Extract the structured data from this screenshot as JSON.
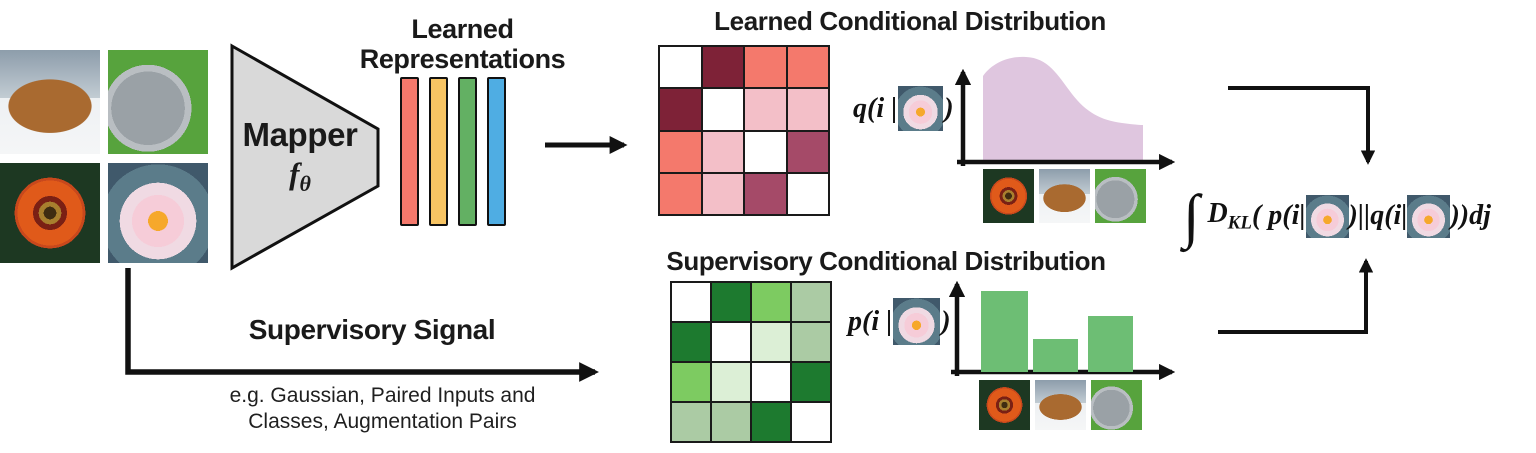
{
  "palette": {
    "white": "#FFFFFF",
    "maroon_dark": "#7E2237",
    "salmon": "#F4796C",
    "pink_light": "#F3BFC8",
    "maroon_mid": "#A54A68",
    "green_dark": "#1D7A2F",
    "green_bright": "#7DCB61",
    "green_sage": "#ABCBA4",
    "green_pale": "#DCEFD6",
    "bar_green": "#6DBE74",
    "purple_fill": "#DFC6DF",
    "rep_salmon": "#F4796C",
    "rep_orange": "#F7C463",
    "rep_green": "#63B063",
    "rep_blue": "#4FADE3",
    "mapper_gray": "#D9D9D9",
    "ink": "#111111"
  },
  "inputs": {
    "images": [
      "dog",
      "cat",
      "gazania",
      "lotus"
    ]
  },
  "mapper": {
    "title": "Mapper",
    "symbol": "f",
    "symbol_sub": "θ"
  },
  "representations": {
    "label_line1": "Learned",
    "label_line2": "Representations",
    "bars": [
      "rep_salmon",
      "rep_orange",
      "rep_green",
      "rep_blue"
    ]
  },
  "learned": {
    "title": "Learned Conditional Distribution",
    "matrix": [
      [
        "white",
        "maroon_dark",
        "salmon",
        "salmon"
      ],
      [
        "maroon_dark",
        "white",
        "pink_light",
        "pink_light"
      ],
      [
        "salmon",
        "pink_light",
        "white",
        "maroon_mid"
      ],
      [
        "salmon",
        "pink_light",
        "maroon_mid",
        "white"
      ]
    ],
    "label": {
      "prefix": "q(i |",
      "image": "lotus",
      "suffix": ")"
    },
    "chart": {
      "type": "area",
      "fill_color": "purple_fill",
      "x_images": [
        "gazania",
        "dog",
        "cat"
      ],
      "curve_points_norm": [
        [
          0,
          0.82
        ],
        [
          0.3,
          1.0
        ],
        [
          0.6,
          0.52
        ],
        [
          0.85,
          0.37
        ],
        [
          1.0,
          0.36
        ]
      ]
    }
  },
  "supervisory": {
    "title": "Supervisory Conditional Distribution",
    "matrix": [
      [
        "white",
        "green_dark",
        "green_bright",
        "green_sage"
      ],
      [
        "green_dark",
        "white",
        "green_pale",
        "green_sage"
      ],
      [
        "green_bright",
        "green_pale",
        "white",
        "green_dark"
      ],
      [
        "green_sage",
        "green_sage",
        "green_dark",
        "white"
      ]
    ],
    "label": {
      "prefix": "p(i |",
      "image": "lotus",
      "suffix": ")"
    },
    "chart": {
      "type": "bar",
      "bar_color": "bar_green",
      "categories": [
        "gazania",
        "dog",
        "cat"
      ],
      "values": [
        0.79,
        0.32,
        0.55
      ],
      "x_images": [
        "gazania",
        "dog",
        "cat"
      ]
    }
  },
  "signal": {
    "title": "Supervisory Signal",
    "note_line1": "e.g. Gaussian, Paired Inputs and",
    "note_line2": "Classes, Augmentation Pairs"
  },
  "objective": {
    "integral": "∫",
    "d": "D",
    "d_sub": "KL",
    "t1": "( p(i|",
    "image1": "lotus",
    "t2": ")||q(i|",
    "image2": "lotus",
    "t3": "))dj"
  }
}
